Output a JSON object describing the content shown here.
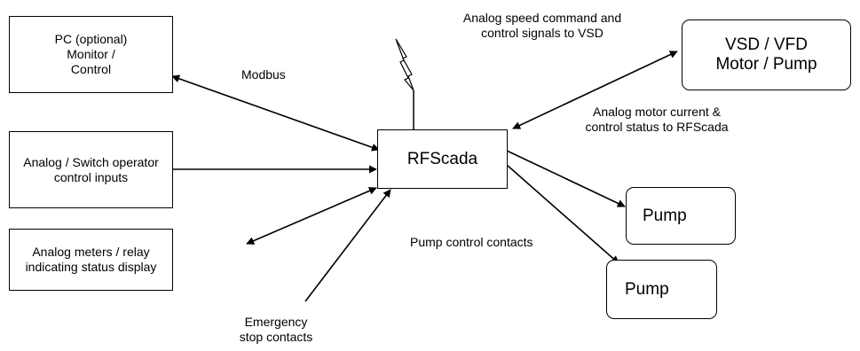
{
  "nodes": {
    "pc": "PC (optional)\nMonitor /\nControl",
    "operator_inputs": "Analog / Switch operator\ncontrol inputs",
    "meters": "Analog meters / relay\nindicating status display",
    "rfscada": "RFScada",
    "vsd": "VSD / VFD\nMotor / Pump",
    "pump_1": "Pump",
    "pump_2": "Pump"
  },
  "labels": {
    "modbus": "Modbus",
    "speed_command": "Analog speed command and\ncontrol  signals to VSD",
    "motor_current": "Analog motor current &\ncontrol status to RFScada",
    "pump_contacts": "Pump control contacts",
    "emergency_stop": "Emergency\nstop contacts"
  },
  "icons": {
    "antenna": "lightning-antenna-icon"
  },
  "colors": {
    "stroke": "#000000",
    "background": "#ffffff"
  }
}
